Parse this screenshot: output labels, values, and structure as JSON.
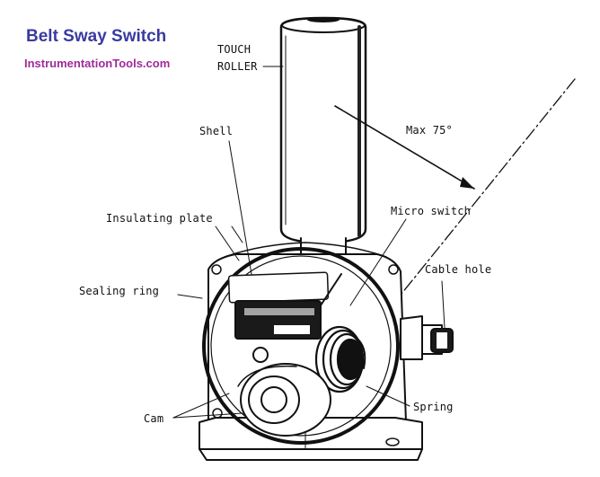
{
  "header": {
    "title": "Belt Sway Switch",
    "site": "InstrumentationTools.com"
  },
  "labels": {
    "touch": "TOUCH",
    "roller": "ROLLER",
    "shell": "Shell",
    "max_angle": "Max 75°",
    "insulating_plate": "Insulating plate",
    "micro_switch": "Micro switch",
    "sealing_ring": "Sealing ring",
    "cable_hole": "Cable  hole",
    "spring": "Spring",
    "cam": "Cam"
  },
  "colors": {
    "title": "#3a3aa0",
    "site": "#a02a9a",
    "ink": "#111111"
  }
}
